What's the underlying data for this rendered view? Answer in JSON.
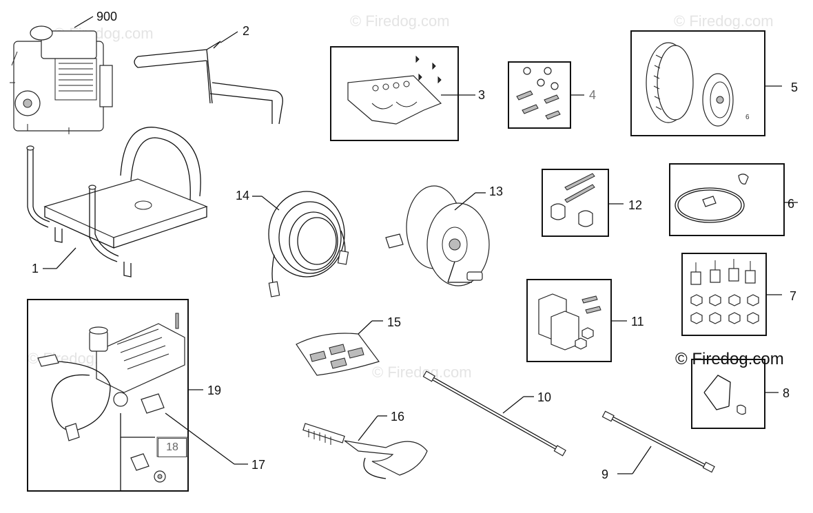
{
  "watermarks": {
    "light": "© Firedog.com",
    "dark": "© Firedog.com"
  },
  "labels": {
    "p900": "900",
    "p2": "2",
    "p3": "3",
    "p4": "4",
    "p5": "5",
    "p1": "1",
    "p14": "14",
    "p13": "13",
    "p12": "12",
    "p6": "6",
    "p7": "7",
    "p11": "11",
    "p19": "19",
    "p15": "15",
    "p10": "10",
    "p8": "8",
    "p16": "16",
    "p17": "17",
    "p18": "18",
    "p9": "9"
  },
  "wheel_mark": "6",
  "colors": {
    "line": "#111111",
    "watermark_light": "#e4e4e4",
    "watermark_dark": "#111111"
  }
}
